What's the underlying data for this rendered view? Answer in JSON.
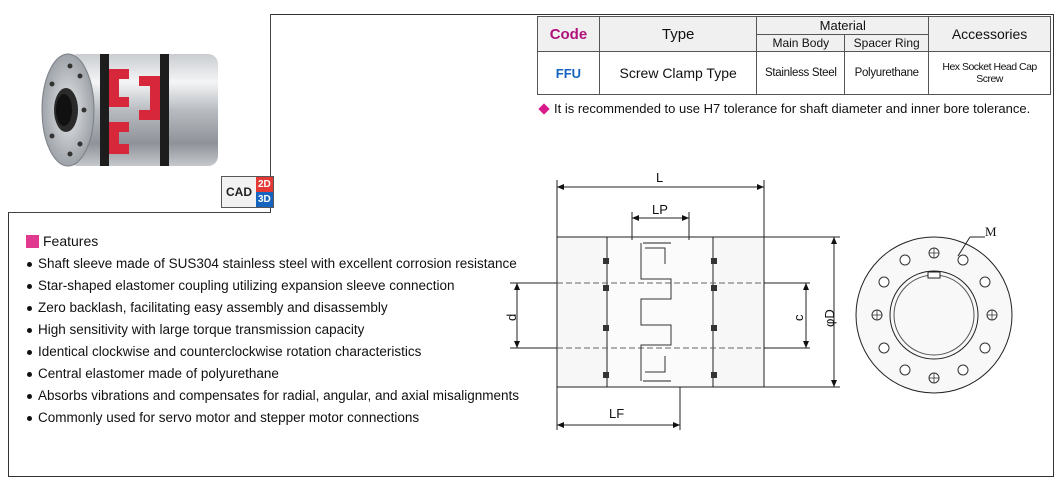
{
  "table": {
    "headers": {
      "code": "Code",
      "type": "Type",
      "material": "Material",
      "main_body": "Main Body",
      "spacer_ring": "Spacer Ring",
      "accessories": "Accessories"
    },
    "row": {
      "code": "FFU",
      "type": "Screw Clamp Type",
      "main_body": "Stainless Steel",
      "spacer_ring": "Polyurethane",
      "accessories": "Hex Socket Head Cap Screw"
    }
  },
  "note": "It is recommended to use H7 tolerance for shaft diameter and inner bore tolerance.",
  "cad_badge": {
    "cad": "CAD",
    "d2": "2D",
    "d3": "3D"
  },
  "features": {
    "title": "Features",
    "items": [
      "Shaft sleeve made of SUS304 stainless steel with excellent corrosion resistance",
      "Star-shaped elastomer coupling utilizing expansion sleeve connection",
      "Zero backlash, facilitating easy assembly and disassembly",
      "High sensitivity with large torque transmission capacity",
      "Identical clockwise and counterclockwise rotation characteristics",
      "Central elastomer made of polyurethane",
      "Absorbs vibrations and compensates for radial, angular, and axial misalignments",
      "Commonly used for servo motor and stepper motor connections"
    ]
  },
  "dimensions": {
    "L": "L",
    "LP": "LP",
    "LF": "LF",
    "d": "d",
    "c": "c",
    "D": "φD",
    "M": "M"
  },
  "colors": {
    "code_header": "#b0107a",
    "code_value": "#1565c0",
    "accent_pink": "#e0398f",
    "elastomer_red": "#d6283a"
  }
}
